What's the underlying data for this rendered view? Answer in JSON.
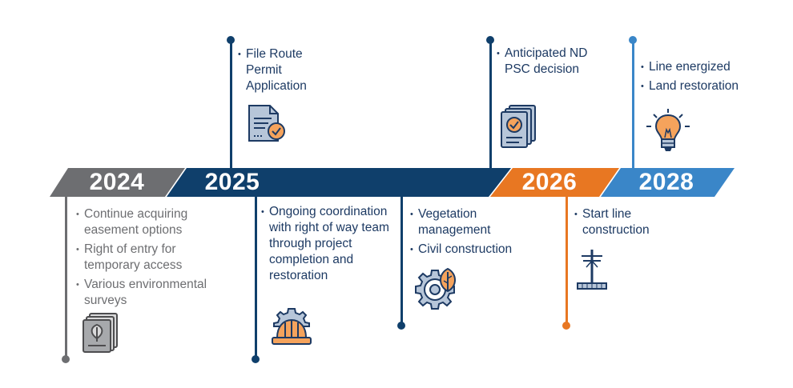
{
  "timeline": {
    "years": [
      {
        "label": "2024",
        "color": "#6d6e71"
      },
      {
        "label": "2025",
        "color": "#0f3f6b"
      },
      {
        "label": "2026",
        "color": "#e87722"
      },
      {
        "label": "2028",
        "color": "#3a86c8"
      }
    ],
    "milestones": [
      {
        "items": [
          "Continue acquiring easement options",
          "Right of entry for temporary access",
          "Various environmental surveys"
        ],
        "icon": "leaf-document-icon",
        "color": "#6d6e71"
      },
      {
        "items": [
          "File Route Permit Application"
        ],
        "icon": "approved-document-icon",
        "color": "#0f3f6b"
      },
      {
        "items": [
          "Ongoing coordination with right of way team through project completion and restoration"
        ],
        "icon": "hard-hat-gear-icon",
        "color": "#0f3f6b"
      },
      {
        "items": [
          "Vegetation management",
          "Civil construction"
        ],
        "icon": "gear-leaf-icon",
        "color": "#0f3f6b"
      },
      {
        "items": [
          "Anticipated ND PSC decision"
        ],
        "icon": "approved-documents-stack-icon",
        "color": "#0f3f6b"
      },
      {
        "items": [
          "Start line construction"
        ],
        "icon": "transmission-tower-icon",
        "color": "#e87722"
      },
      {
        "items": [
          "Line energized",
          "Land restoration"
        ],
        "icon": "lightbulb-icon",
        "color": "#3a86c8"
      }
    ]
  }
}
